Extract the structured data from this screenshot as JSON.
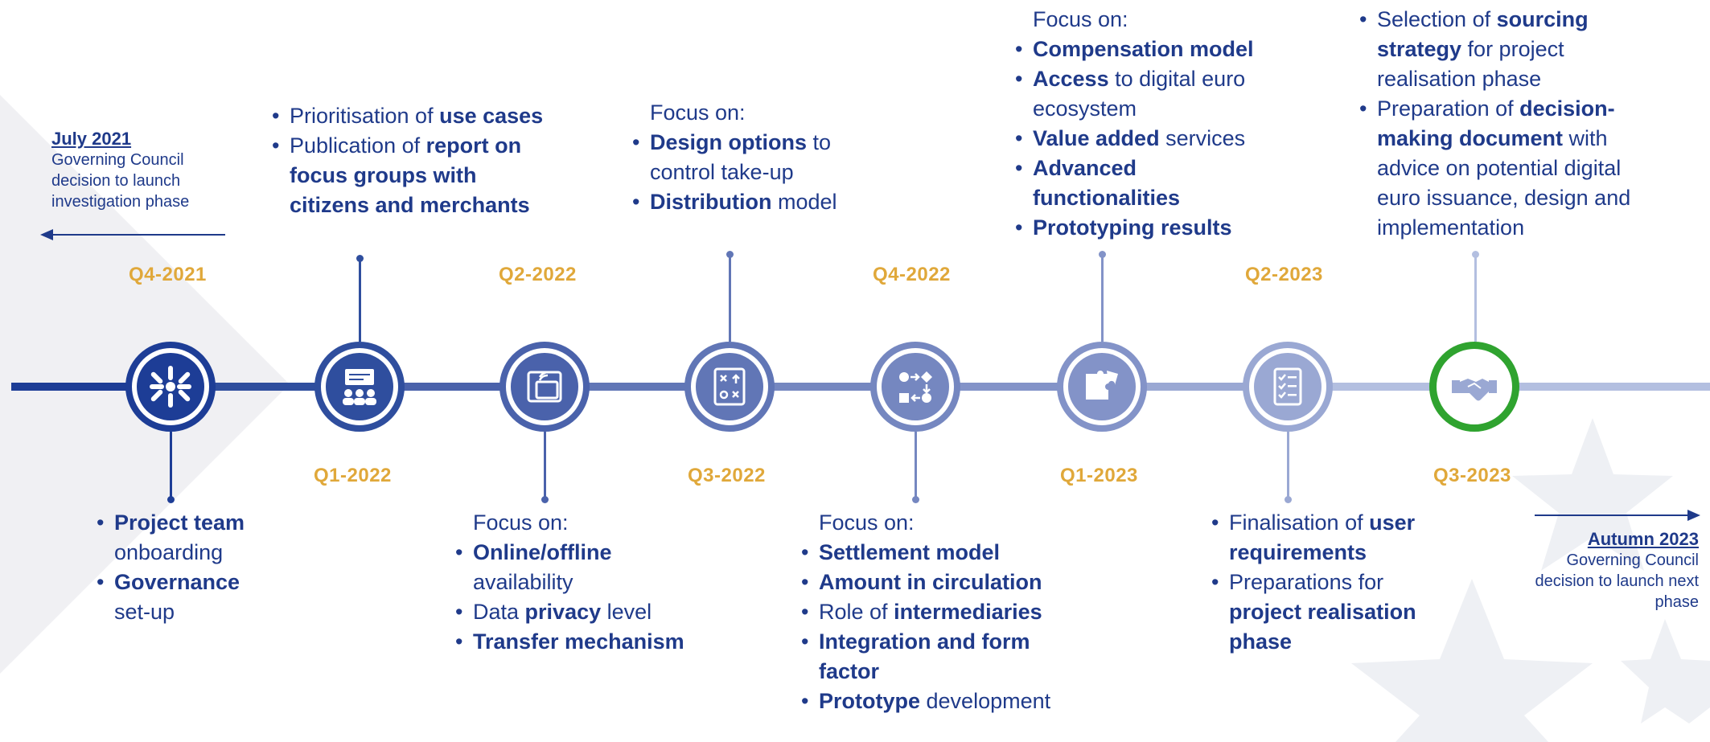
{
  "left_note": {
    "title": "July 2021",
    "lines": [
      "Governing Council",
      "decision to launch",
      "investigation phase"
    ]
  },
  "right_note": {
    "title": "Autumn 2023",
    "lines": [
      "Governing Council",
      "decision to launch next",
      "phase"
    ]
  },
  "quarters": {
    "q4_2021": "Q4-2021",
    "q1_2022": "Q1-2022",
    "q2_2022": "Q2-2022",
    "q3_2022": "Q3-2022",
    "q4_2022": "Q4-2022",
    "q1_2023": "Q1-2023",
    "q2_2023": "Q2-2023",
    "q3_2023": "Q3-2023"
  },
  "colors": {
    "dark": "#1f3a8a",
    "node1": "#1d3d96",
    "node2": "#2f4e9e",
    "node3": "#4a62ab",
    "node4": "#6176b6",
    "node5": "#7587c0",
    "node6": "#8393c8",
    "node7": "#9aa8d3",
    "green": "#2fa32f",
    "quarter": "#e0a83a"
  },
  "icons": [
    "team-hands-icon",
    "presentation-audience-icon",
    "contactless-card-icon",
    "strategy-board-icon",
    "process-flow-icon",
    "puzzle-icon",
    "checklist-icon",
    "handshake-icon"
  ],
  "t_q4_2021": {
    "l1a": "Project team",
    "l1b": "onboarding",
    "l2a": "Governance",
    "l2b": "set-up"
  },
  "t_q1_2022": {
    "l1a": "Prioritisation of ",
    "l1b": "use cases",
    "l2a": "Publication of ",
    "l2b": "report on",
    "l2c": "focus groups with",
    "l2d": "citizens and merchants"
  },
  "t_q2_2022": {
    "intro": "Focus on:",
    "l1a": "Online/offline",
    "l1b": "availability",
    "l2a": "Data ",
    "l2b": "privacy",
    "l2c": " level",
    "l3": "Transfer mechanism"
  },
  "t_q3_2022": {
    "intro": "Focus on:",
    "l1a": "Design options",
    "l1b": " to",
    "l1c": "control take-up",
    "l2a": "Distribution",
    "l2b": " model"
  },
  "t_q4_2022": {
    "intro": "Focus on:",
    "l1": "Settlement model",
    "l2": "Amount in circulation",
    "l3a": "Role of ",
    "l3b": "intermediaries",
    "l4a": "Integration and form",
    "l4b": "factor",
    "l5a": "Prototype",
    "l5b": " development"
  },
  "t_q1_2023": {
    "intro": "Focus on:",
    "l1": "Compensation model",
    "l2a": "Access",
    "l2b": " to digital euro",
    "l2c": "ecosystem",
    "l3a": "Value added",
    "l3b": " services",
    "l4a": "Advanced",
    "l4b": "functionalities",
    "l5": "Prototyping results"
  },
  "t_q2_2023": {
    "l1a": "Finalisation of ",
    "l1b": "user",
    "l1c": "requirements",
    "l2a": "Preparations for",
    "l2b": "project realisation",
    "l2c": "phase"
  },
  "t_q3_2023": {
    "l1a": "Selection of ",
    "l1b": "sourcing",
    "l1c": "strategy",
    "l1d": " for project",
    "l1e": "realisation phase",
    "l2a": "Preparation of ",
    "l2b": "decision-",
    "l2c": "making document",
    "l2d": " with",
    "l2e": "advice on potential digital",
    "l2f": "euro issuance, design and",
    "l2g": "implementation"
  }
}
